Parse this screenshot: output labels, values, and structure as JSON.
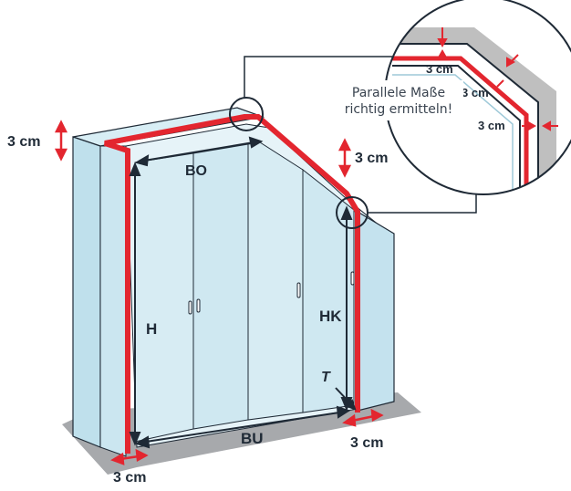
{
  "labels": {
    "bo": "BO",
    "bu": "BU",
    "h": "H",
    "hk": "HK",
    "t": "T",
    "gap_top_left": "3 cm",
    "gap_slope": "3 cm",
    "gap_bottom_left": "3 cm",
    "gap_bottom_right": "3 cm"
  },
  "zoom": {
    "note_line1": "Parallele Maße",
    "note_line2": "richtig ermitteln!",
    "gap_1": "3 cm",
    "gap_2": "3 cm",
    "gap_3": "3 cm"
  },
  "colors": {
    "accent_red": "#e3262f",
    "glass": "#d7ecf3",
    "wall": "#bfe0ec",
    "outline": "#1f2a36",
    "floor": "#a7a9ac"
  }
}
